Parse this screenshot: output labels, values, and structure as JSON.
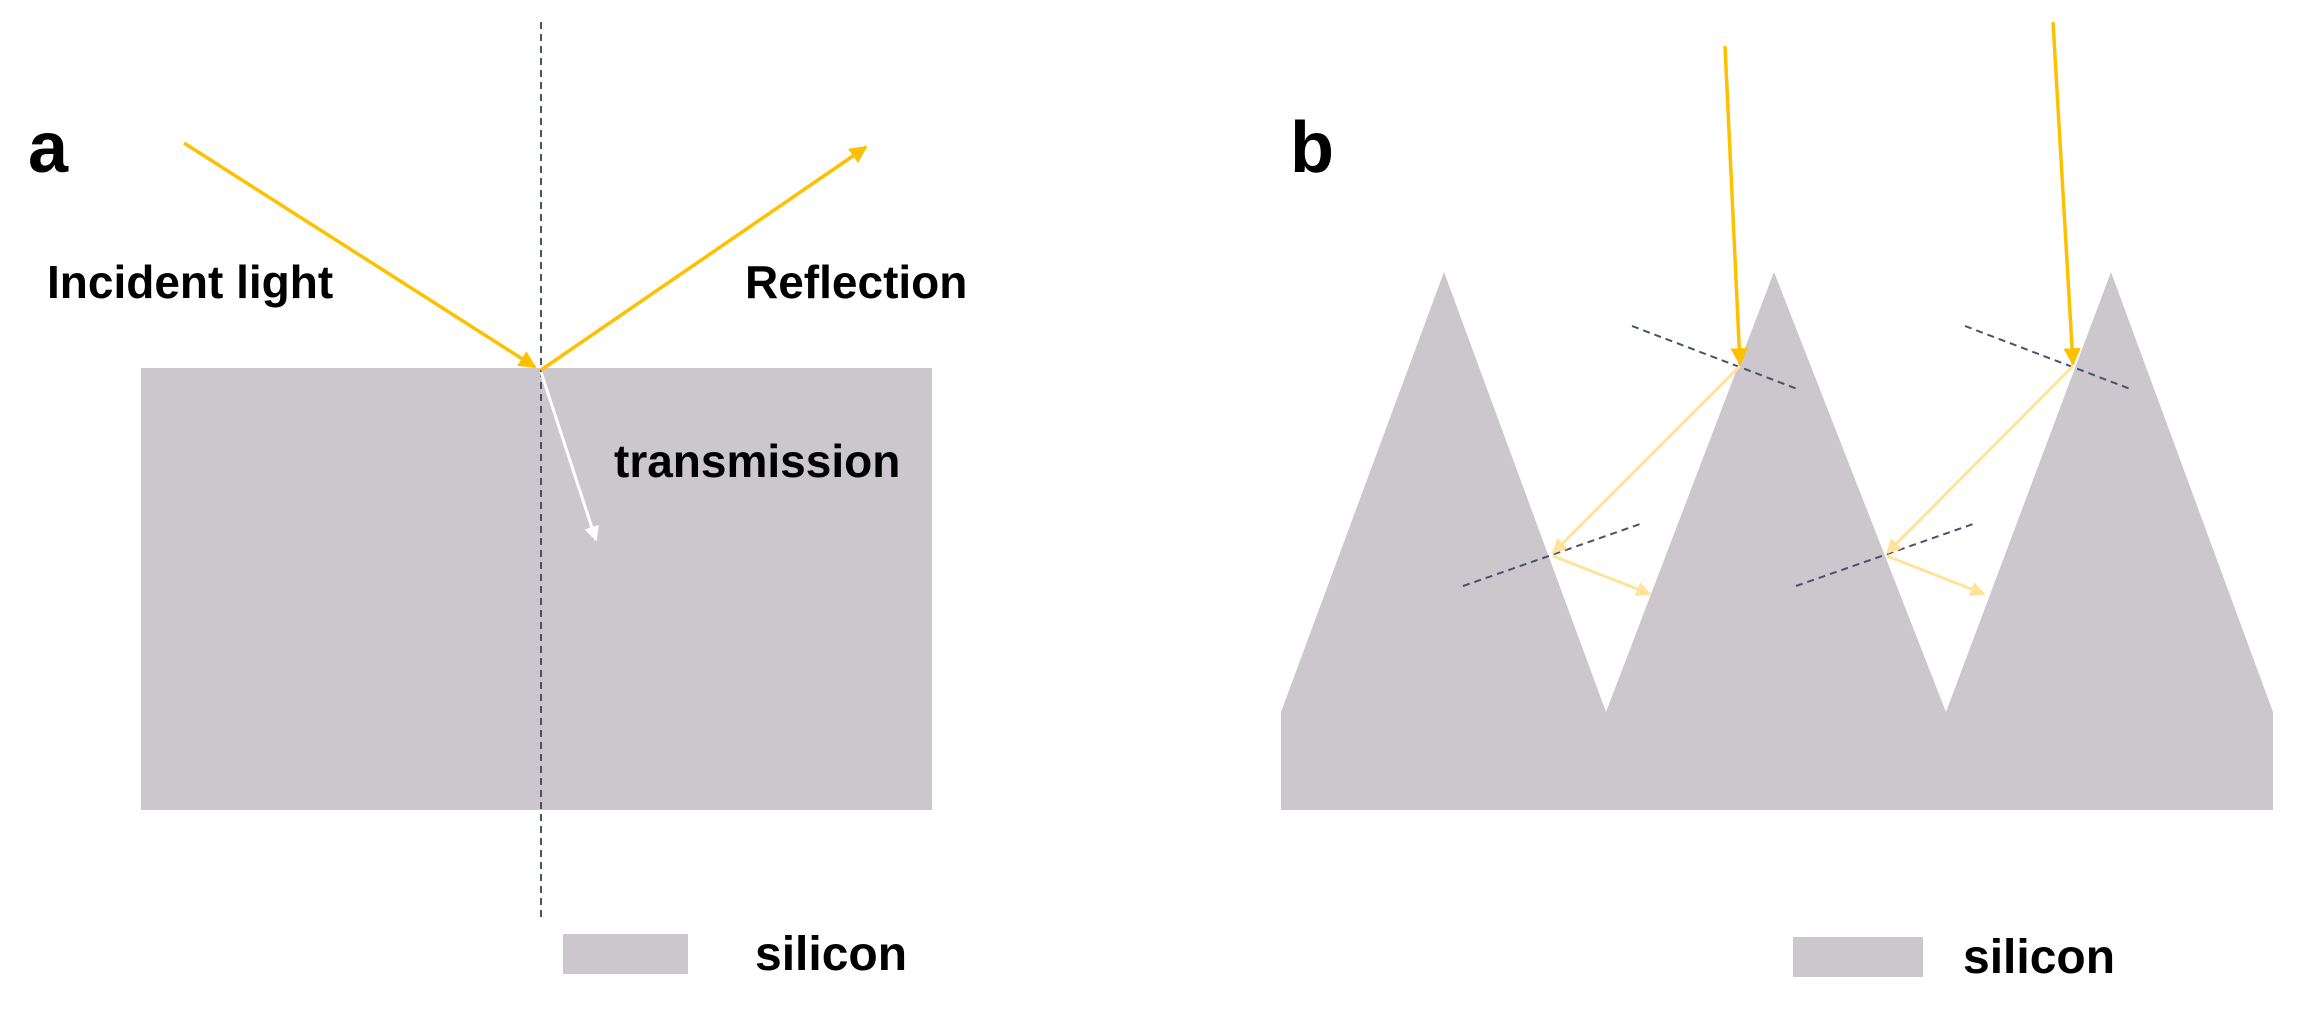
{
  "colors": {
    "silicon": "#cbc7cc",
    "incident_ray": "#ffc000",
    "refracted_ray": "#ffe39a",
    "transmitted_ray": "#ffffff",
    "normal_line": "#4a5268",
    "text": "#000000",
    "background": "#ffffff"
  },
  "panel_a": {
    "letter": "a",
    "incident_label": "Incident light",
    "reflection_label": "Reflection",
    "transmission_label": "transmission",
    "legend_label": "silicon"
  },
  "panel_b": {
    "letter": "b",
    "legend_label": "silicon"
  }
}
